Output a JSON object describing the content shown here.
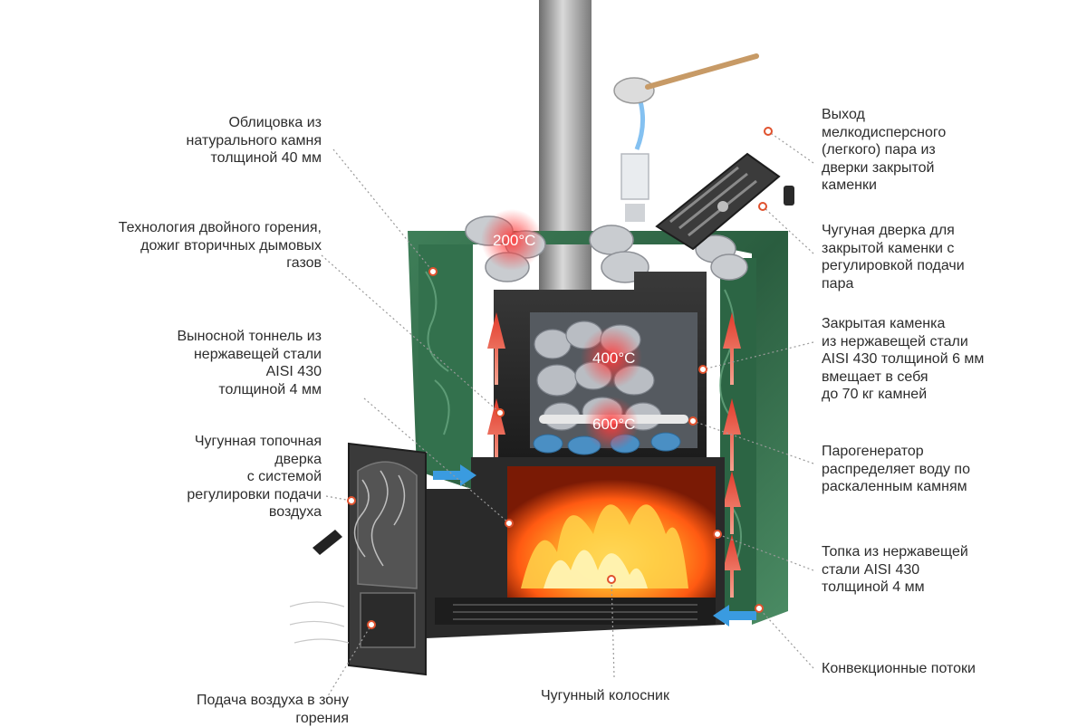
{
  "labels_left": [
    {
      "id": "stone-cladding",
      "text": "Облицовка из\nнатурального камня\nтолщиной 40 мм"
    },
    {
      "id": "double-combustion",
      "text": "Технология двойного горения,\nдожиг вторичных дымовых\nгазов"
    },
    {
      "id": "remote-tunnel",
      "text": "Выносной тоннель из\nнержавещей стали\nAISI 430\nтолщиной 4 мм"
    },
    {
      "id": "firebox-door",
      "text": "Чугунная топочная\nдверка\nс системой\nрегулировки подачи\nвоздуха"
    },
    {
      "id": "air-supply",
      "text": "Подача воздуха в зону\nгорения"
    }
  ],
  "labels_right": [
    {
      "id": "steam-outlet",
      "text": "Выход\nмелкодисперсного\n(легкого) пара из\nдверки закрытой\nкаменки"
    },
    {
      "id": "heater-door",
      "text": "Чугуная дверка для\nзакрытой каменки с\nрегулировкой подачи\nпара"
    },
    {
      "id": "closed-heater",
      "text": "Закрытая каменка\nиз нержавещей стали\nAISI 430 толщиной 6 мм\nвмещает в себя\nдо 70 кг камней"
    },
    {
      "id": "steam-generator",
      "text": "Парогенератор\nраспределяет воду по\nраскаленным камням"
    },
    {
      "id": "firebox",
      "text": "Топка из нержавещей\nстали AISI 430\nтолщиной 4 мм"
    },
    {
      "id": "convection",
      "text": "Конвекционные потоки"
    }
  ],
  "label_bottom": {
    "id": "grate",
    "text": "Чугунный колосник"
  },
  "temperatures": [
    "200°C",
    "400°C",
    "600°C"
  ],
  "colors": {
    "marker": "#e0522e",
    "leader": "#9a9a9a",
    "stone": "#2f6b48",
    "steel": "#8c8c8c",
    "fire": "#ff7a1a",
    "convection_arrow": "#3a9be0",
    "heat_arrow": "#e84b3a"
  }
}
